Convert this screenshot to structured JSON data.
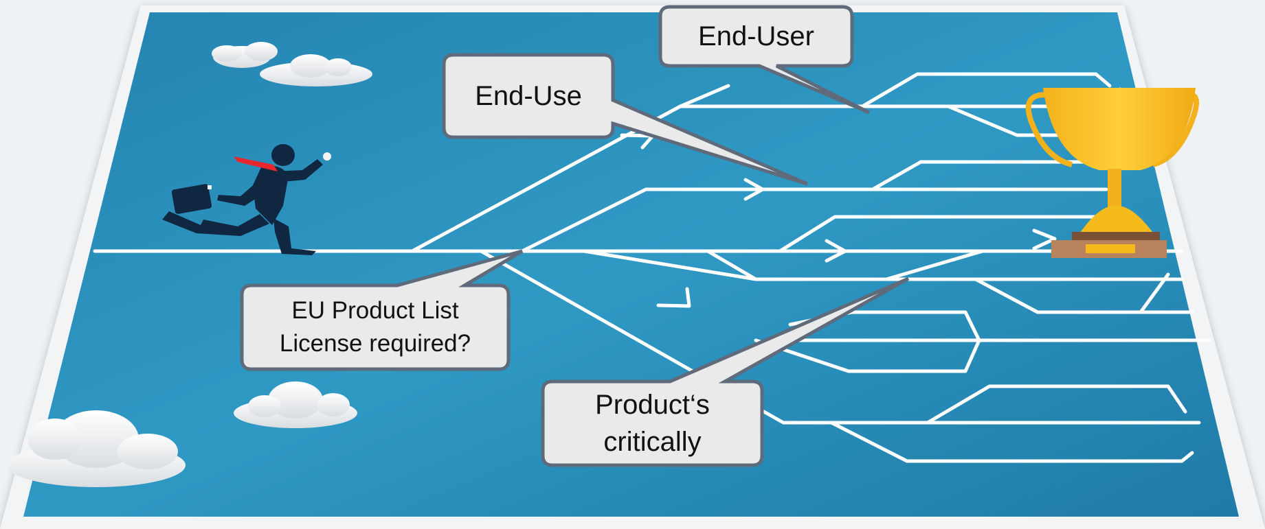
{
  "colors": {
    "background": "#eef2f4",
    "board": "#2a8fba",
    "path": "#ffffff",
    "callout_fill": "#eaeaea",
    "callout_stroke": "#5f6a7a",
    "trophy_gold": "#f5bb1c",
    "trophy_base": "#b9835e"
  },
  "callouts": {
    "end_user": "End-User",
    "end_use": "End-Use",
    "product_list_line1": "EU Product List",
    "product_list_line2": "License required?",
    "criticality_line1": "Product‘s",
    "criticality_line2": "critically"
  },
  "icons": [
    "businessman-running-icon",
    "trophy-icon",
    "cloud-icon",
    "arrow-icon"
  ]
}
